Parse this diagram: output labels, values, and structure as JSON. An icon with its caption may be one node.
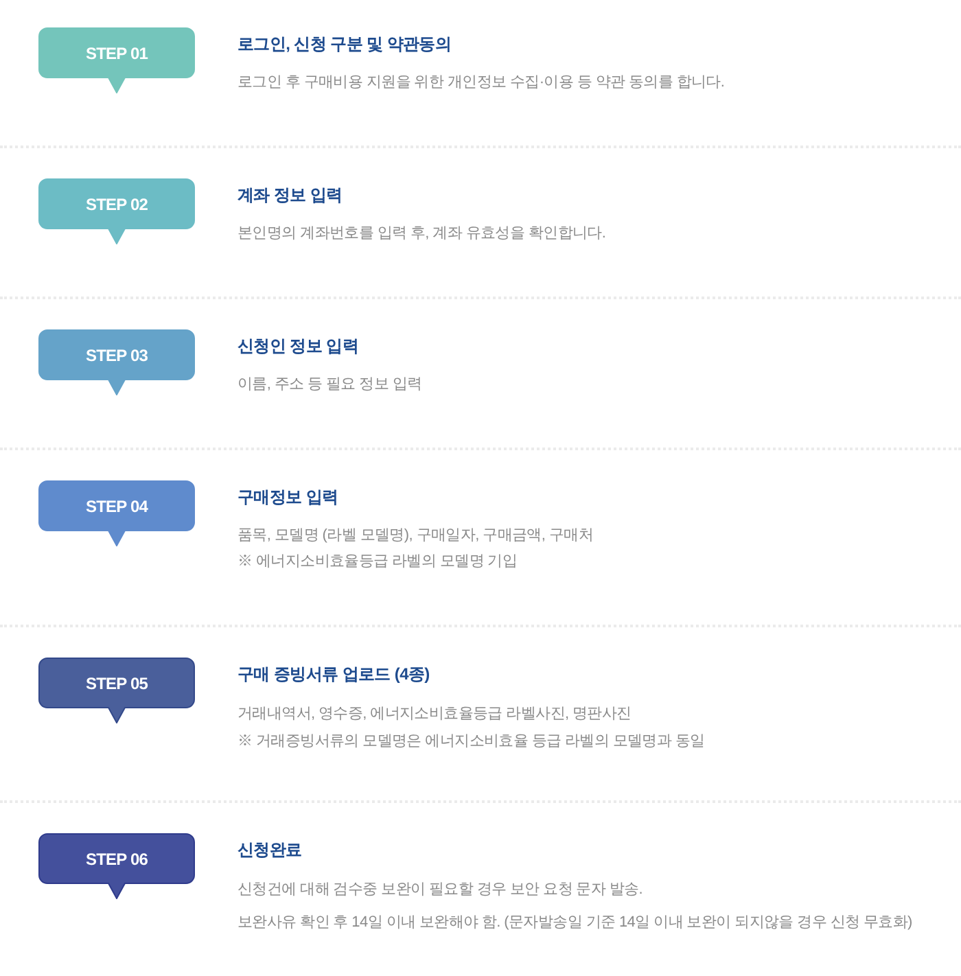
{
  "diagram": {
    "nodes": [
      {
        "text": [
          "STEP 01"
        ],
        "beside": [
          "로그인, 신청 구분 및 약관동의",
          "로그인 후 구매비용 지원을 위한 개인정보 수집·이용 등 약관 동의를 합니다."
        ]
      },
      {
        "text": [
          "STEP 02"
        ],
        "beside": [
          "계좌 정보 입력",
          "본인명의 계좌번호를 입력 후, 계좌 유효성을 확인합니다."
        ]
      },
      {
        "text": [
          "STEP 03"
        ],
        "beside": [
          "신청인 정보 입력",
          "이름, 주소 등 필요 정보 입력"
        ]
      },
      {
        "text": [
          "STEP 04"
        ],
        "beside": [
          "구매정보 입력",
          "품목, 모델명 (라벨 모델명), 구매일자, 구매금액, 구매처",
          "※ 에너지소비효율등급 라벨의 모델명 기입"
        ]
      },
      {
        "text": [
          "STEP 05"
        ],
        "beside": [
          "구매 증빙서류 업로드 (4종)",
          "거래내역서, 영수증, 에너지소비효율등급 라벨사진, 명판사진",
          "※ 거래증빙서류의 모델명은 에너지소비효율 등급 라벨의 모델명과 동일"
        ]
      },
      {
        "text": [
          "STEP 06"
        ],
        "beside": [
          "신청완료",
          "신청건에 대해 검수중 보완이 필요할 경우 보안 요청 문자 발송.",
          "보완사유 확인 후 14일 이내 보완해야 함. (문자발송일 기준 14일 이내 보완이 되지않을 경우 신청 무효화)"
        ]
      }
    ]
  }
}
